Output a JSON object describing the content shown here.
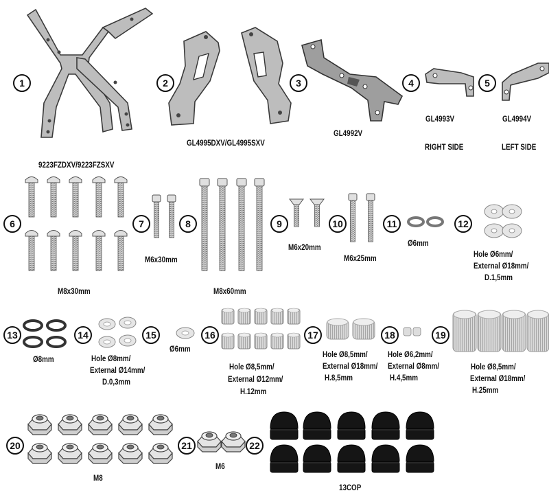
{
  "items": [
    {
      "num": "1",
      "labels": [
        "9223FZDXV/9223FZSXV"
      ]
    },
    {
      "num": "2",
      "labels": [
        "GL4995DXV/GL4995SXV"
      ]
    },
    {
      "num": "3",
      "labels": [
        "GL4992V"
      ]
    },
    {
      "num": "4",
      "labels": [
        "GL4993V",
        "RIGHT SIDE"
      ]
    },
    {
      "num": "5",
      "labels": [
        "GL4994V",
        "LEFT SIDE"
      ]
    },
    {
      "num": "6",
      "labels": [
        "M8x30mm"
      ]
    },
    {
      "num": "7",
      "labels": [
        "M6x30mm"
      ]
    },
    {
      "num": "8",
      "labels": [
        "M8x60mm"
      ]
    },
    {
      "num": "9",
      "labels": [
        "M6x20mm"
      ]
    },
    {
      "num": "10",
      "labels": [
        "M6x25mm"
      ]
    },
    {
      "num": "11",
      "labels": [
        "Ø6mm"
      ]
    },
    {
      "num": "12",
      "labels": [
        "Hole Ø6mm/",
        "External Ø18mm/",
        "D.1,5mm"
      ]
    },
    {
      "num": "13",
      "labels": [
        "Ø8mm"
      ]
    },
    {
      "num": "14",
      "labels": [
        "Hole Ø8mm/",
        "External Ø14mm/",
        "D.0,3mm"
      ]
    },
    {
      "num": "15",
      "labels": [
        "Ø6mm"
      ]
    },
    {
      "num": "16",
      "labels": [
        "Hole Ø8,5mm/",
        "External Ø12mm/",
        "H.12mm"
      ]
    },
    {
      "num": "17",
      "labels": [
        "Hole Ø8,5mm/",
        "External Ø18mm/",
        "H.8,5mm"
      ]
    },
    {
      "num": "18",
      "labels": [
        "Hole Ø6,2mm/",
        "External Ø8mm/",
        "H.4,5mm"
      ]
    },
    {
      "num": "19",
      "labels": [
        "Hole Ø8,5mm/",
        "External Ø18mm/",
        "H.25mm"
      ]
    },
    {
      "num": "20",
      "labels": [
        "M8"
      ]
    },
    {
      "num": "21",
      "labels": [
        "M6"
      ]
    },
    {
      "num": "22",
      "labels": [
        "13COP"
      ]
    }
  ]
}
